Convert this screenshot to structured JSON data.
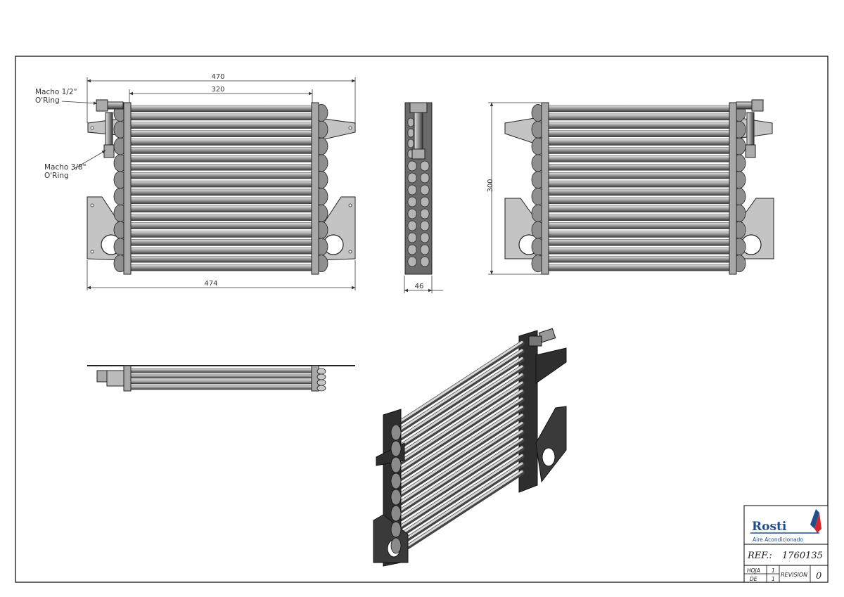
{
  "drawing": {
    "dimensions": {
      "overall_width_top": "470",
      "core_width": "320",
      "overall_width_bottom": "474",
      "depth": "46",
      "height": "300"
    },
    "callouts": {
      "fitting_large": {
        "line1": "Macho 1/2\"",
        "line2": "O'Ring"
      },
      "fitting_small": {
        "line1": "Macho 3/8\"",
        "line2": "O'Ring"
      }
    }
  },
  "title_block": {
    "logo_text": "Rosti",
    "logo_subtitle": "Aire Acondicionado",
    "ref_label": "REF.:",
    "ref_value": "1760135",
    "hoja_label": "HOJA",
    "hoja_value": "1",
    "de_label": "DE",
    "de_value": "1",
    "revision_label": "REVISION",
    "revision_value": "0"
  },
  "colors": {
    "tube": "#9a9a9a",
    "tube_dark": "#4a4a4a",
    "bracket": "#bdbdbd",
    "iso_dark": "#2e2e2e",
    "logo_blue": "#1f4e8c",
    "logo_red": "#d6262b"
  }
}
